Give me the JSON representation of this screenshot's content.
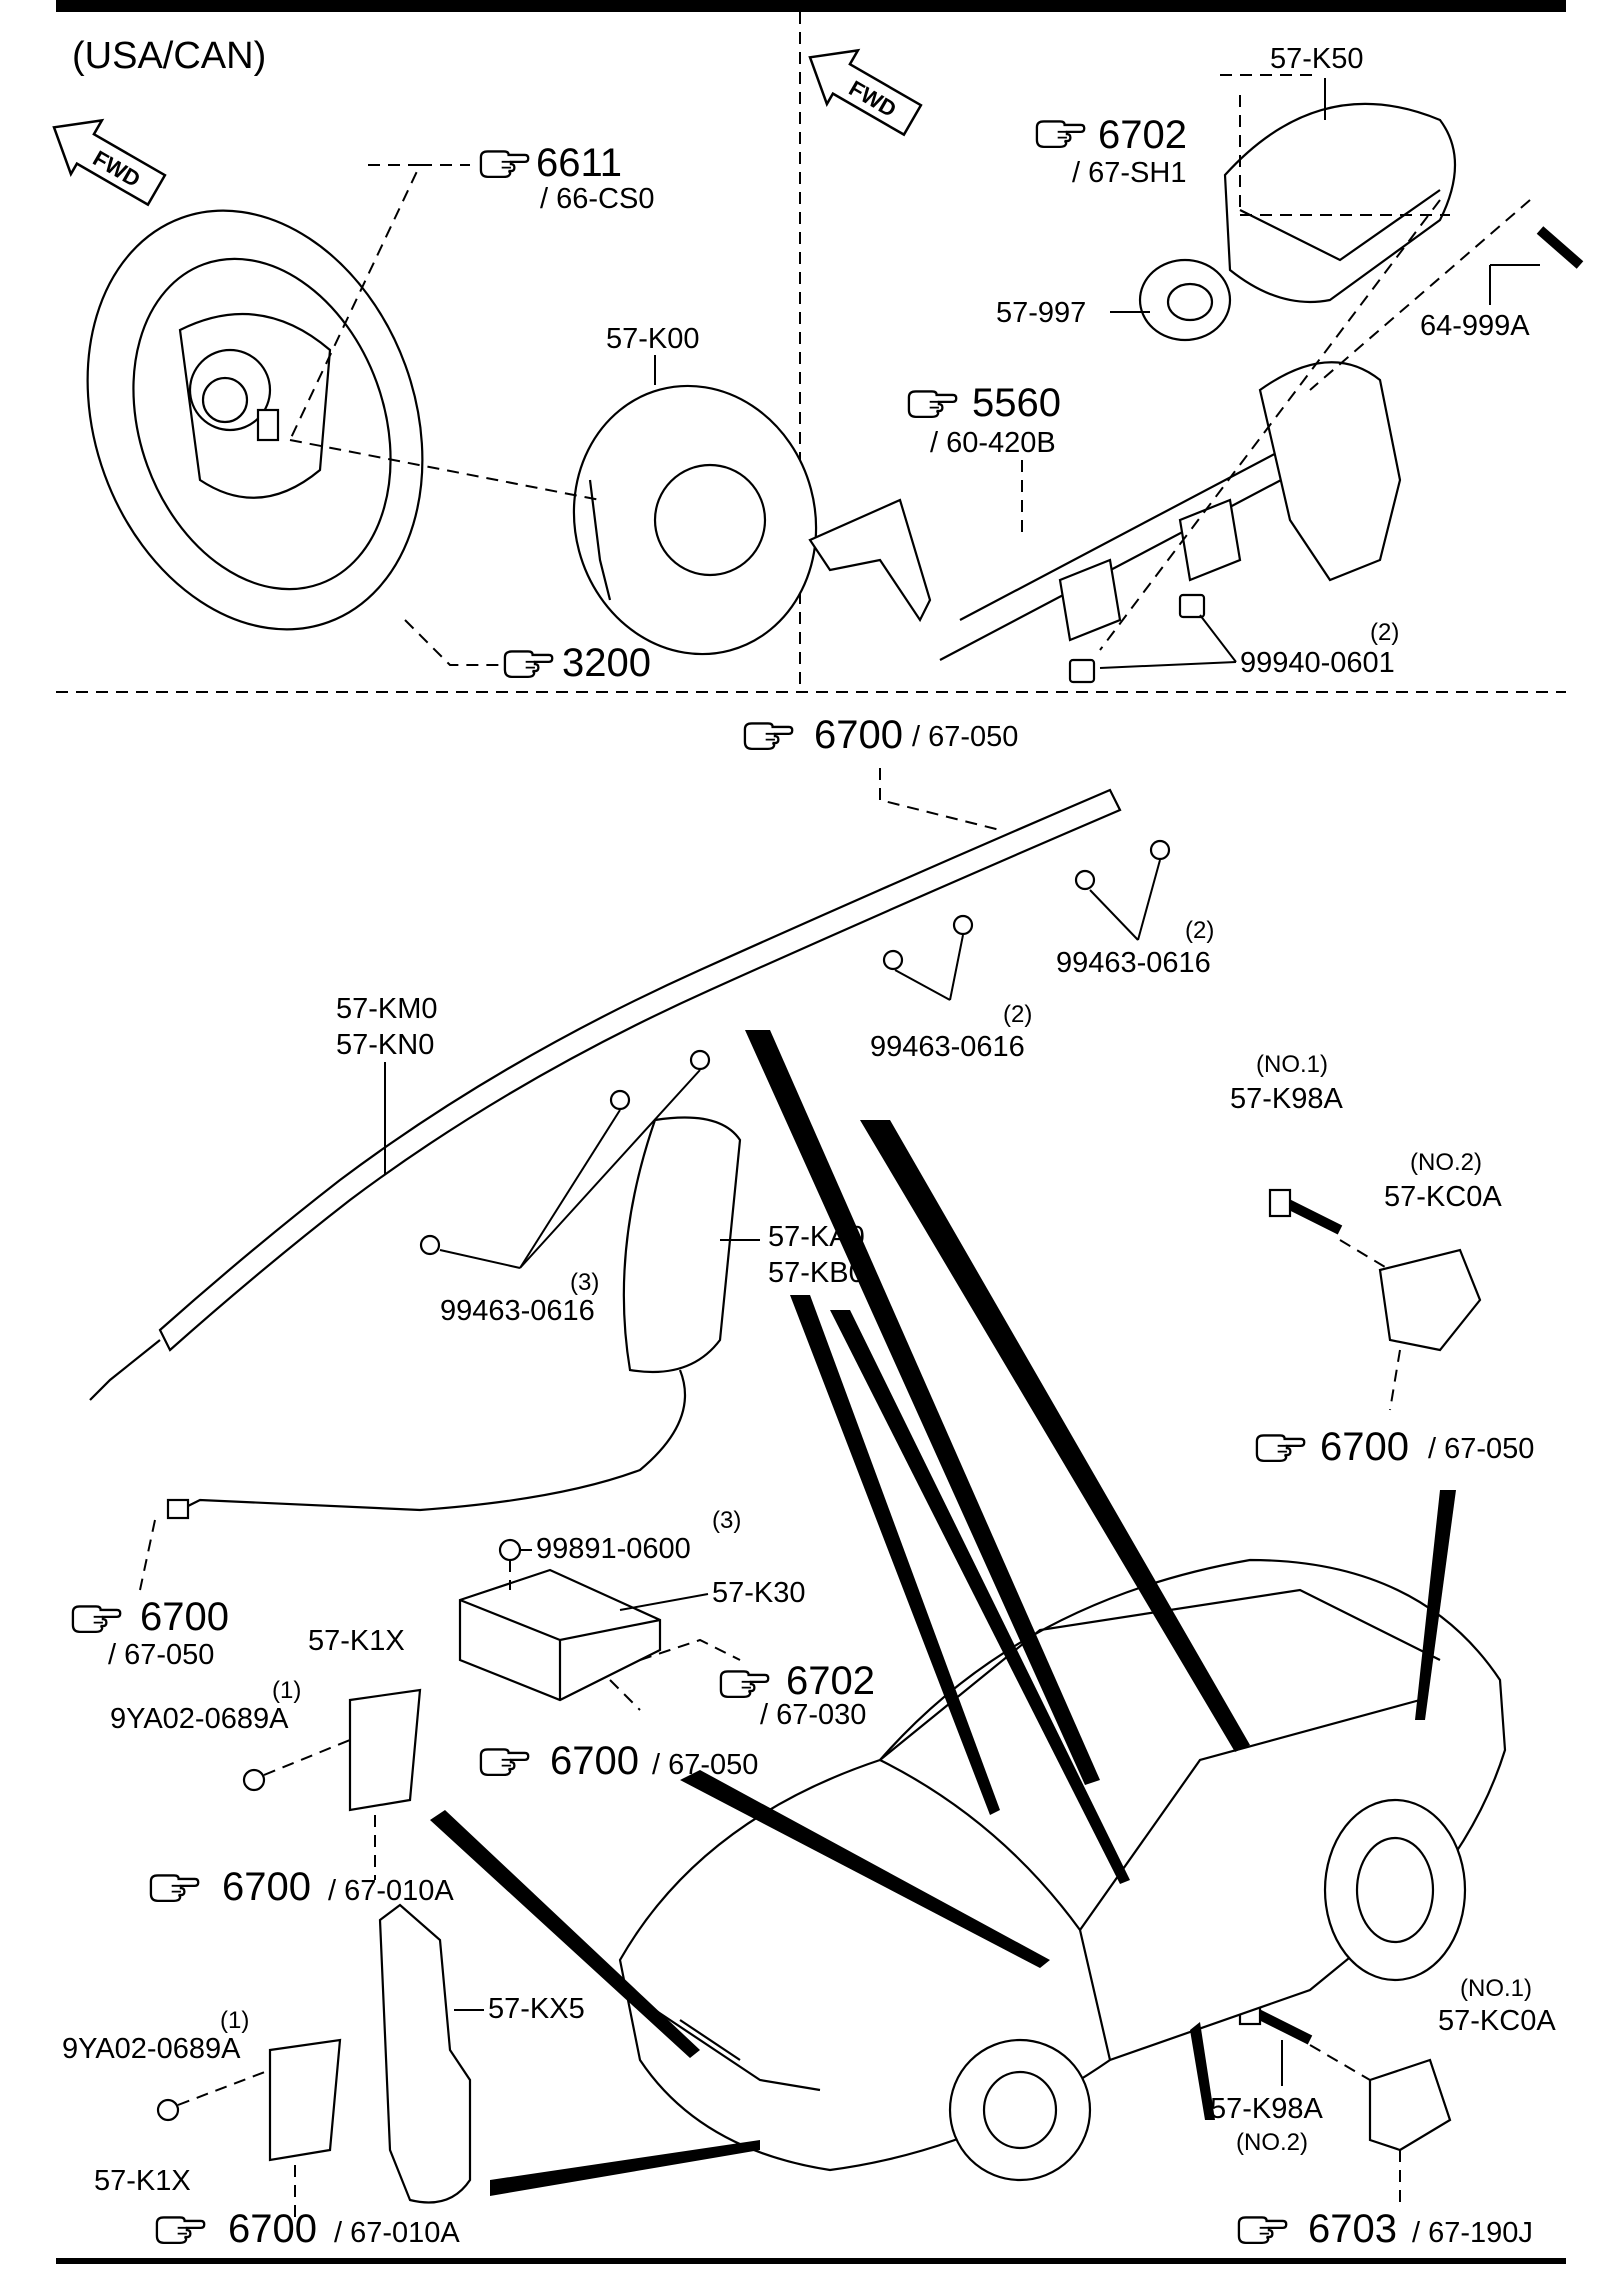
{
  "region_label": "(USA/CAN)",
  "fwd_label": "FWD",
  "part_labels": {
    "k00": "57-K00",
    "k50": "57-K50",
    "p997": "57-997",
    "p64": "64-999A",
    "km0": "57-KM0",
    "kn0": "57-KN0",
    "ka0": "57-KA0",
    "kb0": "57-KB0",
    "k98a_top": "57-K98A",
    "kc0a_top": "57-KC0A",
    "k30": "57-K30",
    "k1x_top": "57-K1X",
    "k1x_bottom": "57-K1X",
    "kx5": "57-KX5",
    "kc0a_bottom": "57-KC0A",
    "k98a_bottom": "57-K98A",
    "p99940": "99940-0601",
    "p99463_a": "99463-0616",
    "p99463_b": "99463-0616",
    "p99463_c": "99463-0616",
    "p99891": "99891-0600",
    "p9ya_top": "9YA02-0689A",
    "p9ya_bottom": "9YA02-0689A"
  },
  "quantities": {
    "q99940": "(2)",
    "q99463_a": "(2)",
    "q99463_b": "(2)",
    "q99463_c": "(3)",
    "q99891": "(3)",
    "q9ya_top": "(1)",
    "q9ya_bottom": "(1)",
    "no1_top": "(NO.1)",
    "no2_top": "(NO.2)",
    "no1_bottom": "(NO.1)",
    "no2_bottom": "(NO.2)"
  },
  "references": {
    "r6611": {
      "num": "6611",
      "sub": "/ 66-CS0"
    },
    "r3200": {
      "num": "3200"
    },
    "r6702_top": {
      "num": "6702",
      "sub": "/ 67-SH1"
    },
    "r5560": {
      "num": "5560",
      "sub": "/ 60-420B"
    },
    "r6700_top": {
      "num": "6700",
      "sub": "/ 67-050"
    },
    "r6700_right": {
      "num": "6700",
      "sub": "/ 67-050"
    },
    "r6700_left": {
      "num": "6700",
      "sub": "/ 67-050"
    },
    "r6702_mid": {
      "num": "6702",
      "sub": "/ 67-030"
    },
    "r6700_mid": {
      "num": "6700",
      "sub": "/ 67-050"
    },
    "r6700_k1x_top": {
      "num": "6700",
      "sub": "/ 67-010A"
    },
    "r6700_k1x_bottom": {
      "num": "6700",
      "sub": "/ 67-010A"
    },
    "r6703": {
      "num": "6703",
      "sub": "/ 67-190J"
    }
  },
  "icons": [
    "hand-pointer-icon",
    "fwd-arrow-icon"
  ]
}
